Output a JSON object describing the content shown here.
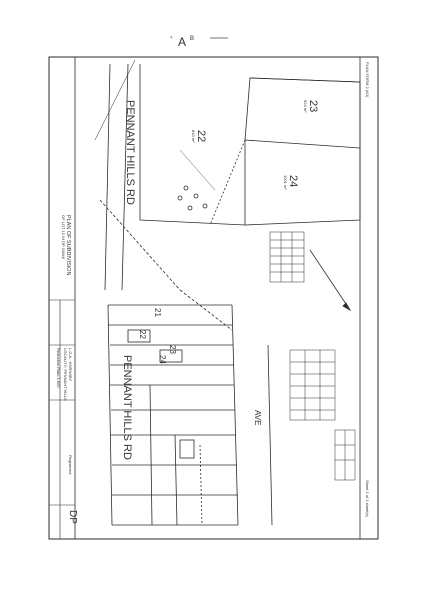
{
  "header": {
    "mark": "A",
    "mark_prefix": "⁴",
    "mark_suffix": "B"
  },
  "upper_plan": {
    "road": "PENNANT HILLS RD",
    "lots": [
      {
        "number": "22",
        "area": "810 m²"
      },
      {
        "number": "23",
        "area": "924 m²"
      },
      {
        "number": "24",
        "area": "1001 m²"
      }
    ]
  },
  "lower_plan": {
    "road": "PENNANT HILLS RD",
    "avenue": "AVE",
    "lots": [
      {
        "number": "21"
      },
      {
        "number": "22"
      },
      {
        "number": "23"
      },
      {
        "number": "24"
      }
    ]
  },
  "title_block": {
    "plan_title": "PLAN OF SUBDIVISION",
    "title_sub": "OF LOT 12 IN DP 10846",
    "lga": "L.G.A.: HORNSBY",
    "locality": "LOCALITY: PENNANT HILLS",
    "reduction": "Reduction Ratio 1:500",
    "registered": "Registered",
    "plan_type": "DP"
  },
  "notes": {
    "top_right": "PLAN FORM 2 (A3)",
    "bottom_right": "Sheet 1 of 1 sheet(s)"
  },
  "colors": {
    "line": "#2b2b2b",
    "paper": "#ffffff"
  }
}
